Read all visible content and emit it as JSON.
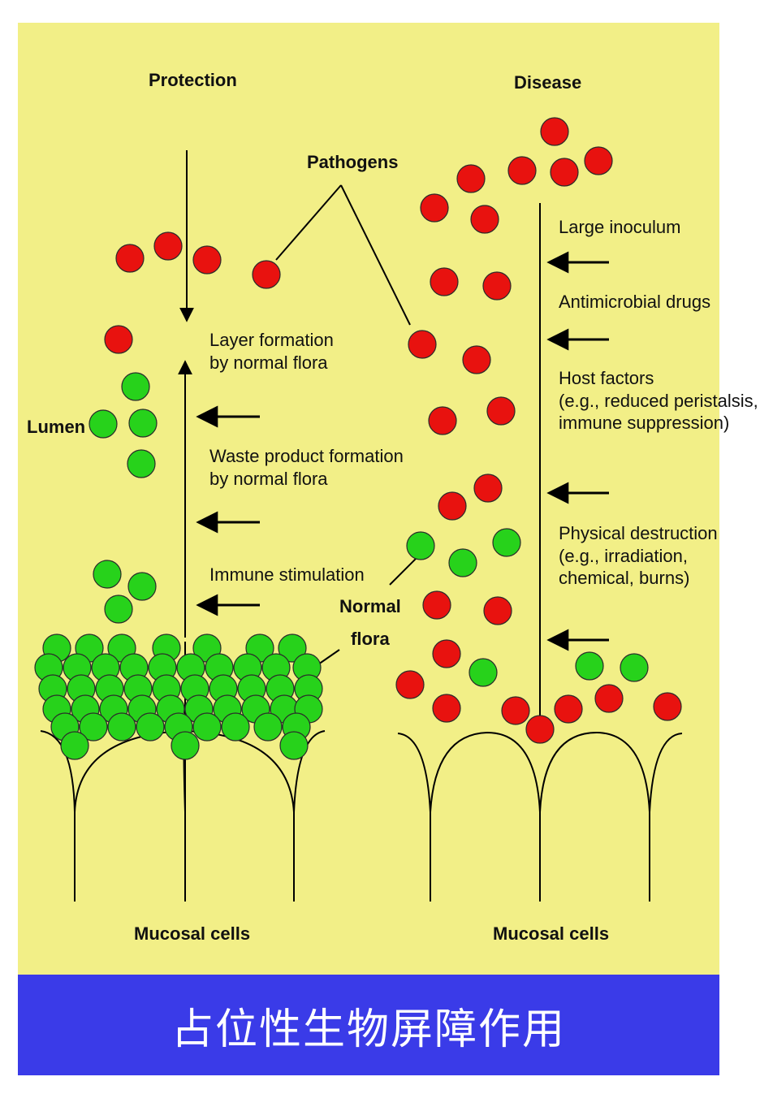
{
  "colors": {
    "background": "#f2ef87",
    "banner": "#3a3be8",
    "pathogen": "#e8120f",
    "normal_flora": "#27d21b"
  },
  "headings": {
    "protection": "Protection",
    "disease": "Disease"
  },
  "labels": {
    "pathogens": "Pathogens",
    "lumen": "Lumen",
    "normal_flora_line1": "Normal",
    "normal_flora_line2": "flora",
    "mucosal_cells_left": "Mucosal cells",
    "mucosal_cells_right": "Mucosal cells"
  },
  "protection_factors": [
    {
      "line1": "Layer formation",
      "line2": "by normal flora"
    },
    {
      "line1": "Waste product formation",
      "line2": "by normal flora"
    },
    {
      "line1": "Immune stimulation",
      "line2": ""
    }
  ],
  "disease_factors": [
    {
      "line1": "Large inoculum",
      "line2": "",
      "line3": ""
    },
    {
      "line1": "Antimicrobial drugs",
      "line2": "",
      "line3": ""
    },
    {
      "line1": "Host factors",
      "line2": "(e.g., reduced peristalsis,",
      "line3": "immune suppression)"
    },
    {
      "line1": "Physical destruction",
      "line2": "(e.g., irradiation,",
      "line3": "chemical, burns)"
    }
  ],
  "banner": {
    "text": "占位性生物屏障作用"
  }
}
